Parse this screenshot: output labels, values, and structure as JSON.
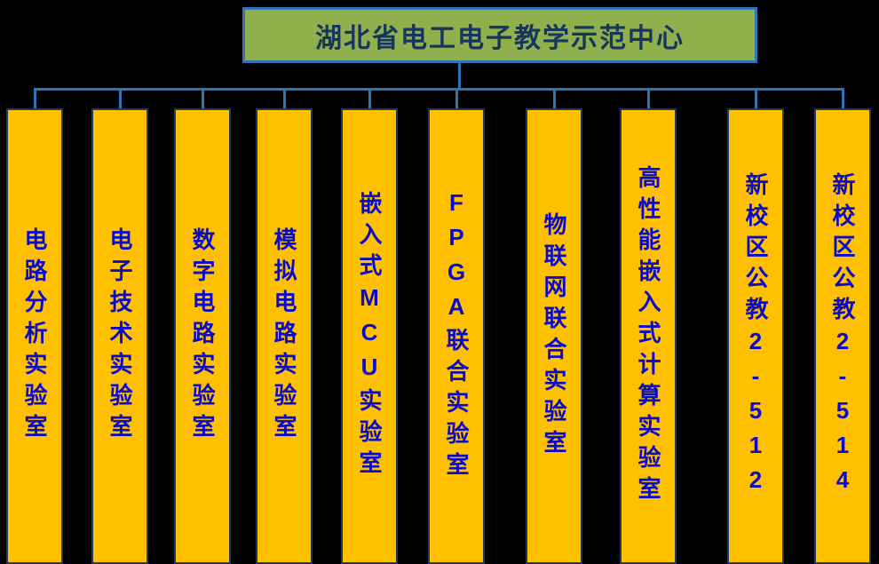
{
  "title": "湖北省电工电子教学示范中心",
  "colors": {
    "background": "#000000",
    "title_fill": "#90AF4D",
    "title_border": "#2E75B6",
    "title_text": "#17365D",
    "column_fill": "#FFC000",
    "column_border": "#1F3864",
    "column_text": "#0A0ACB",
    "connector_line": "#2E75B6"
  },
  "labs": [
    "电路分析实验室",
    "电子技术实验室",
    "数字电路实验室",
    "模拟电路实验室",
    "嵌入式MCU实验室",
    "FPGA联合实验室",
    "物联网联合实验室",
    "高性能嵌入式计算实验室",
    "新校区公教2-512",
    "新校区公教2-514"
  ]
}
